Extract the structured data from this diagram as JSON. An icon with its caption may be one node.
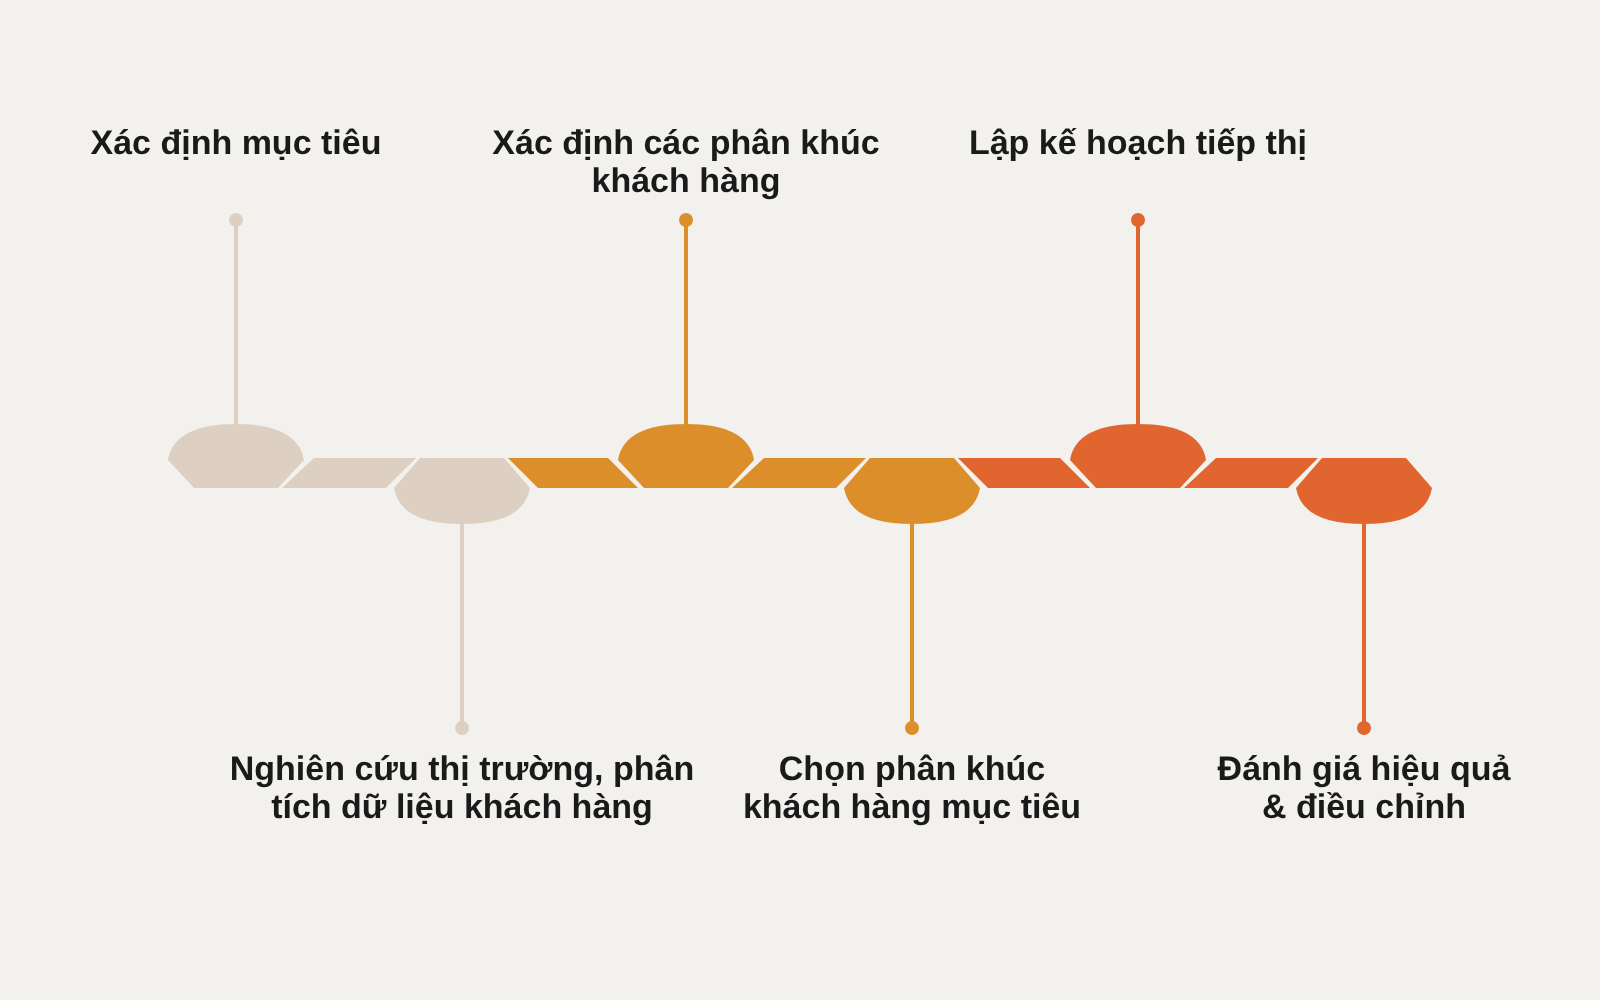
{
  "diagram": {
    "nodes": [
      {
        "text": [
          "Xác định mục tiêu"
        ]
      },
      {
        "text": [
          "Nghiên cứu thị trường, phân tích dữ liệu khách hàng"
        ]
      },
      {
        "text": [
          "Xác định các phân khúc khách hàng"
        ]
      },
      {
        "text": [
          "Chọn phân khúc khách hàng mục tiêu"
        ]
      },
      {
        "text": [
          "Lập kế hoạch tiếp thị"
        ]
      },
      {
        "text": [
          "Đánh giá hiệu quả & điều chỉnh"
        ]
      },
      {
        "text": [],
        "shape": "hexagon"
      },
      {
        "text": [],
        "shape": "hexagon"
      },
      {
        "text": [],
        "shape": "hexagon"
      },
      {
        "text": [],
        "shape": "hexagon"
      },
      {
        "text": [],
        "shape": "hexagon"
      },
      {
        "text": [],
        "shape": "hexagon"
      }
    ],
    "edges": [
      {
        "from": 0,
        "to": 6,
        "arrow": "other",
        "color": "#ddd0c3"
      },
      {
        "from": 1,
        "to": 7,
        "arrow": "other",
        "color": "#ddd0c3"
      },
      {
        "from": 2,
        "to": 8,
        "arrow": "other",
        "color": "#dc8e2a"
      },
      {
        "from": 3,
        "to": 9,
        "arrow": "other",
        "color": "#dc8e2a"
      },
      {
        "from": 4,
        "to": 10,
        "arrow": "other",
        "color": "#e0652f"
      },
      {
        "from": 5,
        "to": 11,
        "arrow": "other",
        "color": "#e0652f"
      }
    ]
  }
}
